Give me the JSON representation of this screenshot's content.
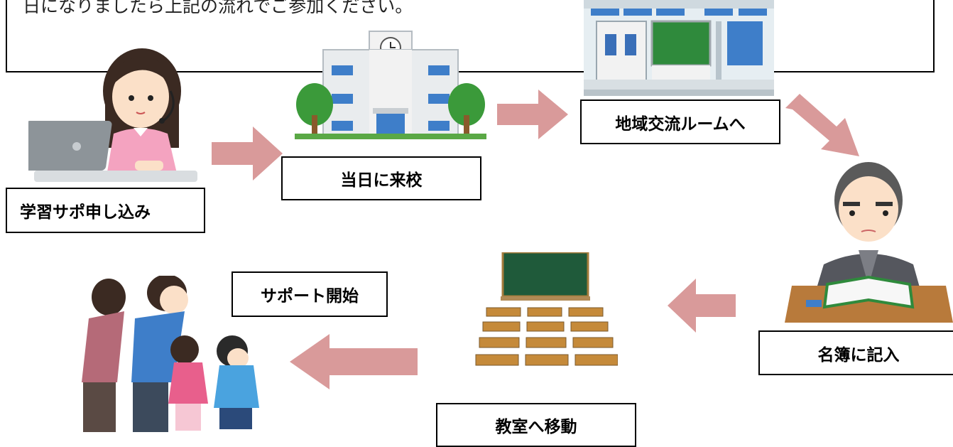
{
  "header": {
    "text": "日になりましたら上記の流れでご参加ください。"
  },
  "steps": {
    "apply": "学習サポ申し込み",
    "visit": "当日に来校",
    "room": "地域交流ルームへ",
    "register": "名簿に記入",
    "classroom": "教室へ移動",
    "start": "サポート開始"
  },
  "colors": {
    "arrow": "#d99a9a",
    "border": "#000000"
  },
  "icons": {
    "operator": "operator-with-laptop-icon",
    "school": "school-building-icon",
    "room": "room-interior-icon",
    "reception": "man-writing-in-book-icon",
    "classroom": "classroom-desks-icon",
    "greeting": "family-bowing-icon"
  }
}
